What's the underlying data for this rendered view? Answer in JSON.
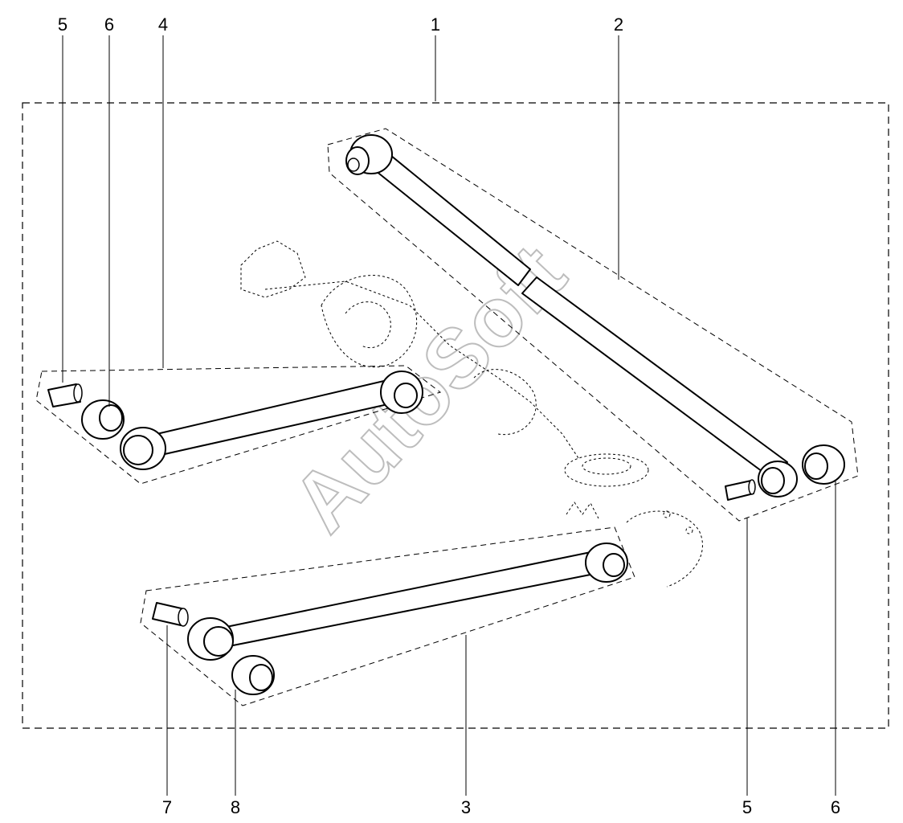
{
  "callouts": {
    "top": {
      "item_5_left": "5",
      "item_6_left": "6",
      "item_4": "4",
      "item_1": "1",
      "item_2": "2"
    },
    "bottom": {
      "item_7": "7",
      "item_8": "8",
      "item_3": "3",
      "item_5_right": "5",
      "item_6_right": "6"
    }
  },
  "watermark": "AutoSoft"
}
